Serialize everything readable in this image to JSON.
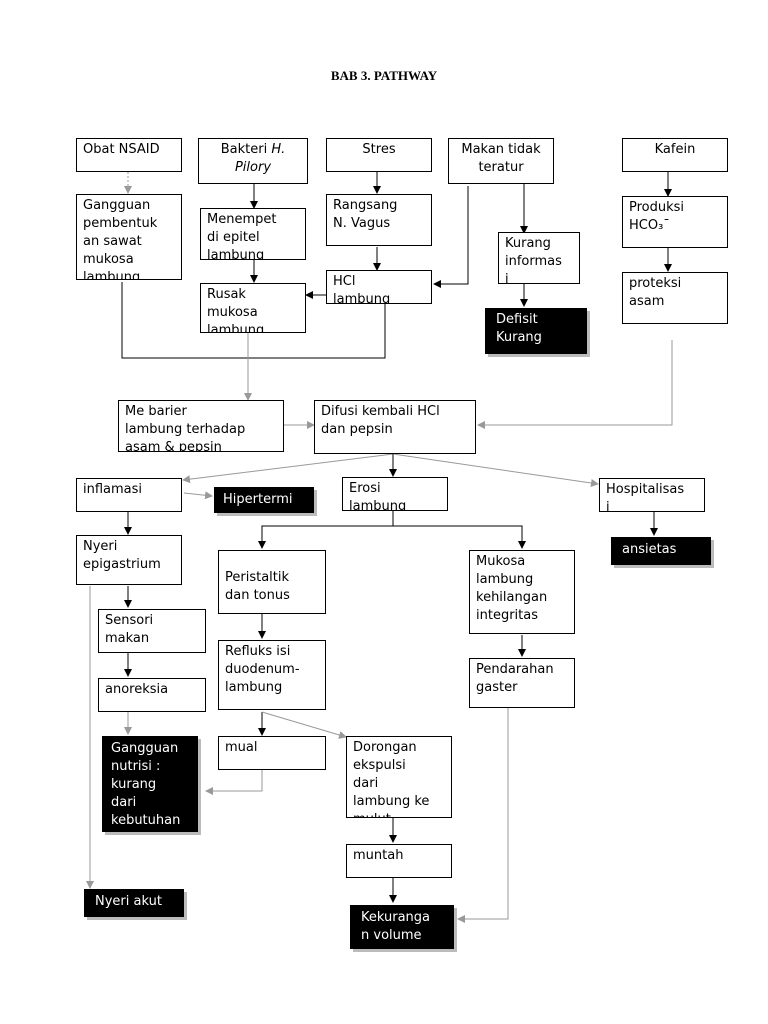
{
  "title": "BAB 3. PATHWAY",
  "nodes": {
    "obat": "Obat NSAID",
    "bakteri_a": "Bakteri ",
    "bakteri_b": "H.\nPilory",
    "stres": "Stres",
    "makan": "Makan tidak\nteratur",
    "kafein": "Kafein",
    "gangguan_pembentukan": "Gangguan\npembentuk\nan sawat\nmukosa\nlambung",
    "menempel": "Menempet\ndi epitel\nlambung",
    "rangsang": "Rangsang\nN. Vagus",
    "kurang_info": "Kurang\ninformas\ni",
    "produksi": "   Produksi\nHCO₃ˉ",
    "hcl": "  HCl\nlambung",
    "rusak": "Rusak\nmukosa\nlambung",
    "defisit": "Defisit\nKurang",
    "proteksi": "   proteksi\nasam",
    "barier": "Me     barier\nlambung terhadap\nasam & pepsin",
    "difusi": "Difusi kembali HCl\ndan pepsin",
    "inflamasi": "inflamasi",
    "hipertermi": "Hipertermi",
    "erosi": "Erosi\nlambung",
    "hospitalisasi": "Hospitalisas\ni",
    "nyeri_epi": "Nyeri\nepigastrium",
    "ansietas": "ansietas",
    "peristaltik": "Peristaltik\ndan tonus",
    "mukosa_integritas": "Mukosa\nlambung\nkehilangan\nintegritas",
    "sensori": "  Sensori\nmakan",
    "refluks": "Refluks isi\nduodenum-\nlambung",
    "anoreksia": "anoreksia",
    "pendarahan": "Pendarahan\ngaster",
    "gangguan_nutrisi": "Gangguan\nnutrisi :\nkurang\ndari\nkebutuhan",
    "mual": "mual",
    "dorongan": "Dorongan\nekspulsi\ndari\nlambung ke\nmulut",
    "muntah": "muntah",
    "nyeri_akut": "Nyeri akut",
    "kekurangan": "Kekuranga\nn volume"
  }
}
